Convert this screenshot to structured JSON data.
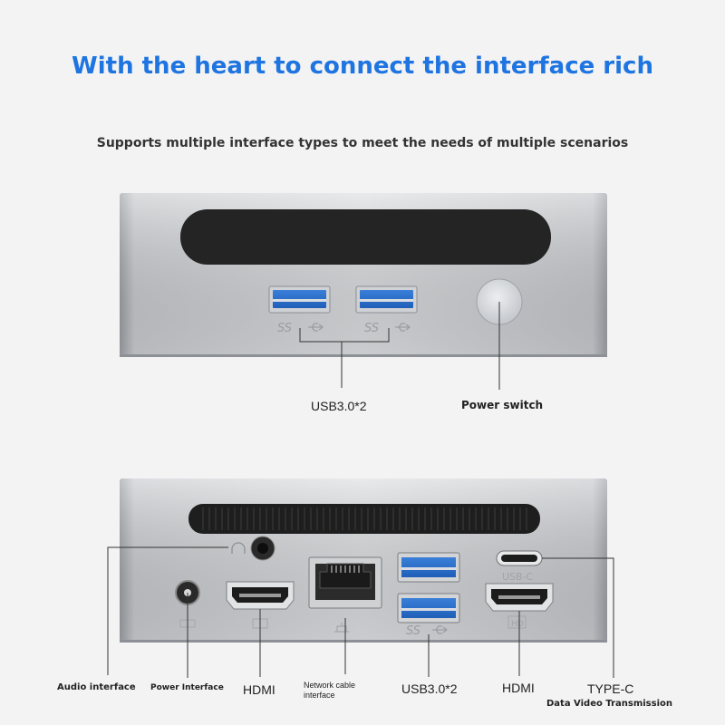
{
  "heading": {
    "title": "With the heart to connect the interface rich",
    "subtitle": "Supports multiple interface types to meet the needs of multiple scenarios"
  },
  "front": {
    "usb_marks": [
      "SS",
      "SS"
    ],
    "labels": {
      "usb": "USB3.0*2",
      "power_switch": "Power switch"
    }
  },
  "back": {
    "port_marks": {
      "usb": "SS",
      "usbc": "USB-C",
      "hdmi_right": "HD"
    },
    "labels": {
      "audio": "Audio interface",
      "power": "Power Interface",
      "hdmi_left": "HDMI",
      "network_line1": "Network cable",
      "network_line2": "interface",
      "usb": "USB3.0*2",
      "hdmi_right": "HDMI",
      "typec": "TYPE-C",
      "typec_sub": "Data Video Transmission"
    }
  }
}
